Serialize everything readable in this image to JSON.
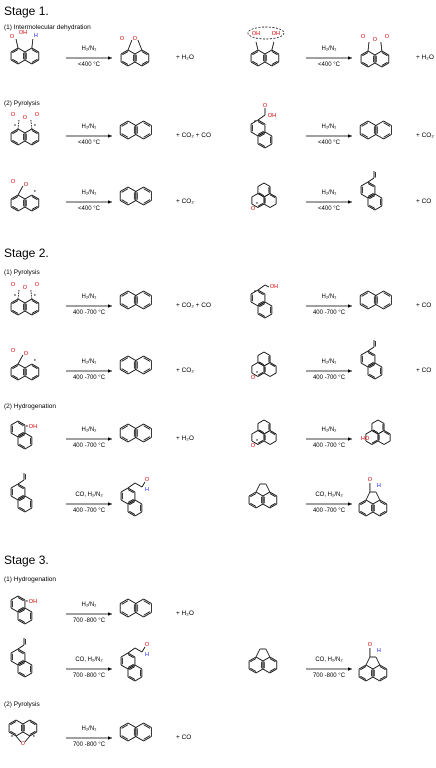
{
  "stages": [
    {
      "title": "Stage 1.",
      "sections": [
        {
          "label": "(1) Intermolecular dehydration",
          "reactions": [
            {
              "reactant": "naphthalene-dicarboxylic-acid",
              "conditions": [
                "H₂/N₂",
                "<400 °C"
              ],
              "product": "acenaphthenone-lactone",
              "byproduct": "+  H₂O"
            },
            {
              "reactant": "naphthalene-dicarboxylic-acid-pair",
              "conditions": [
                "H₂/N₂",
                "<400 °C"
              ],
              "product": "naphthalic-anhydride",
              "byproduct": "+  H₂O"
            }
          ]
        },
        {
          "label": "(2) Pyrolysis",
          "reactions": [
            {
              "reactant": "anhydride-radical",
              "conditions": [
                "H₂/N₂",
                "<400 °C"
              ],
              "product": "naphthalene",
              "byproduct": "+  CO₂  +  CO"
            },
            {
              "reactant": "naphthoic-acid-radical",
              "conditions": [
                "H₂/N₂",
                "<400 °C"
              ],
              "product": "naphthalene",
              "byproduct": "+  CO₂"
            },
            {
              "reactant": "lactone-radical",
              "conditions": [
                "H₂/N₂",
                "<400 °C"
              ],
              "product": "naphthalene",
              "byproduct": "+  CO₂"
            },
            {
              "reactant": "phenalenone-radical",
              "conditions": [
                "H₂/N₂",
                "<400 °C"
              ],
              "product": "vinylnaphthalene",
              "byproduct": "+  CO"
            }
          ]
        }
      ]
    },
    {
      "title": "Stage 2.",
      "sections": [
        {
          "label": "(1) Pyrolysis",
          "reactions": [
            {
              "reactant": "anhydride-radical",
              "conditions": [
                "H₂/N₂",
                "400 -700 °C"
              ],
              "product": "naphthalene",
              "byproduct": "+  CO₂  +  CO"
            },
            {
              "reactant": "hydroxymethyl-naphthalene",
              "conditions": [
                "H₂/N₂",
                "400 -700 °C"
              ],
              "product": "naphthalene",
              "byproduct": "+  CO"
            },
            {
              "reactant": "lactone-radical",
              "conditions": [
                "H₂/N₂",
                "400 -700 °C"
              ],
              "product": "naphthalene",
              "byproduct": "+  CO₂"
            },
            {
              "reactant": "phenalenone-radical",
              "conditions": [
                "H₂/N₂",
                "400 -700 °C"
              ],
              "product": "vinylnaphthalene",
              "byproduct": "+  CO"
            }
          ]
        },
        {
          "label": "(2) Hydrogenation",
          "reactions": [
            {
              "reactant": "naphthol-radical",
              "conditions": [
                "H₂/N₂",
                "400 -700 °C"
              ],
              "product": "naphthalene",
              "byproduct": "+  H₂O"
            },
            {
              "reactant": "phenalenone-radical",
              "conditions": [
                "H₂/N₂",
                "400 -700 °C"
              ],
              "product": "phenalenol",
              "byproduct": ""
            },
            {
              "reactant": "vinylnaphthalene",
              "conditions": [
                "CO, H₂/N₂",
                "400 -700 °C"
              ],
              "product": "naphthylacetaldehyde",
              "byproduct": ""
            },
            {
              "reactant": "acenaphthylene",
              "conditions": [
                "CO, H₂/N₂",
                "400 -700 °C"
              ],
              "product": "acenaphthene-carbaldehyde",
              "byproduct": ""
            }
          ]
        }
      ]
    },
    {
      "title": "Stage 3.",
      "sections": [
        {
          "label": "(1) Hydrogenation",
          "reactions": [
            {
              "reactant": "naphthol-radical",
              "conditions": [
                "H₂/N₂",
                "700 -800 °C"
              ],
              "product": "naphthalene",
              "byproduct": "+  H₂O"
            },
            {
              "reactant": "vinylnaphthalene",
              "conditions": [
                "CO, H₂/N₂",
                "700 -800 °C"
              ],
              "product": "naphthylacetaldehyde",
              "byproduct": ""
            },
            {
              "reactant": "acenaphthylene",
              "conditions": [
                "CO, H₂/N₂",
                "700 -800 °C"
              ],
              "product": "acenaphthene-carbaldehyde",
              "byproduct": ""
            }
          ]
        },
        {
          "label": "(2) Pyrolysis",
          "reactions": [
            {
              "reactant": "furan-radical",
              "conditions": [
                "H₂/N₂",
                "700 -800 °C"
              ],
              "product": "naphthalene",
              "byproduct": "+  CO"
            }
          ]
        }
      ]
    }
  ],
  "atom_labels": {
    "O": "O",
    "OH": "OH",
    "H": "H",
    "HO": "HO"
  },
  "colors": {
    "oxygen": "#d40000",
    "hydrogen": "#1a1aff",
    "bond": "#000000",
    "dashed_circle": "#000000"
  }
}
